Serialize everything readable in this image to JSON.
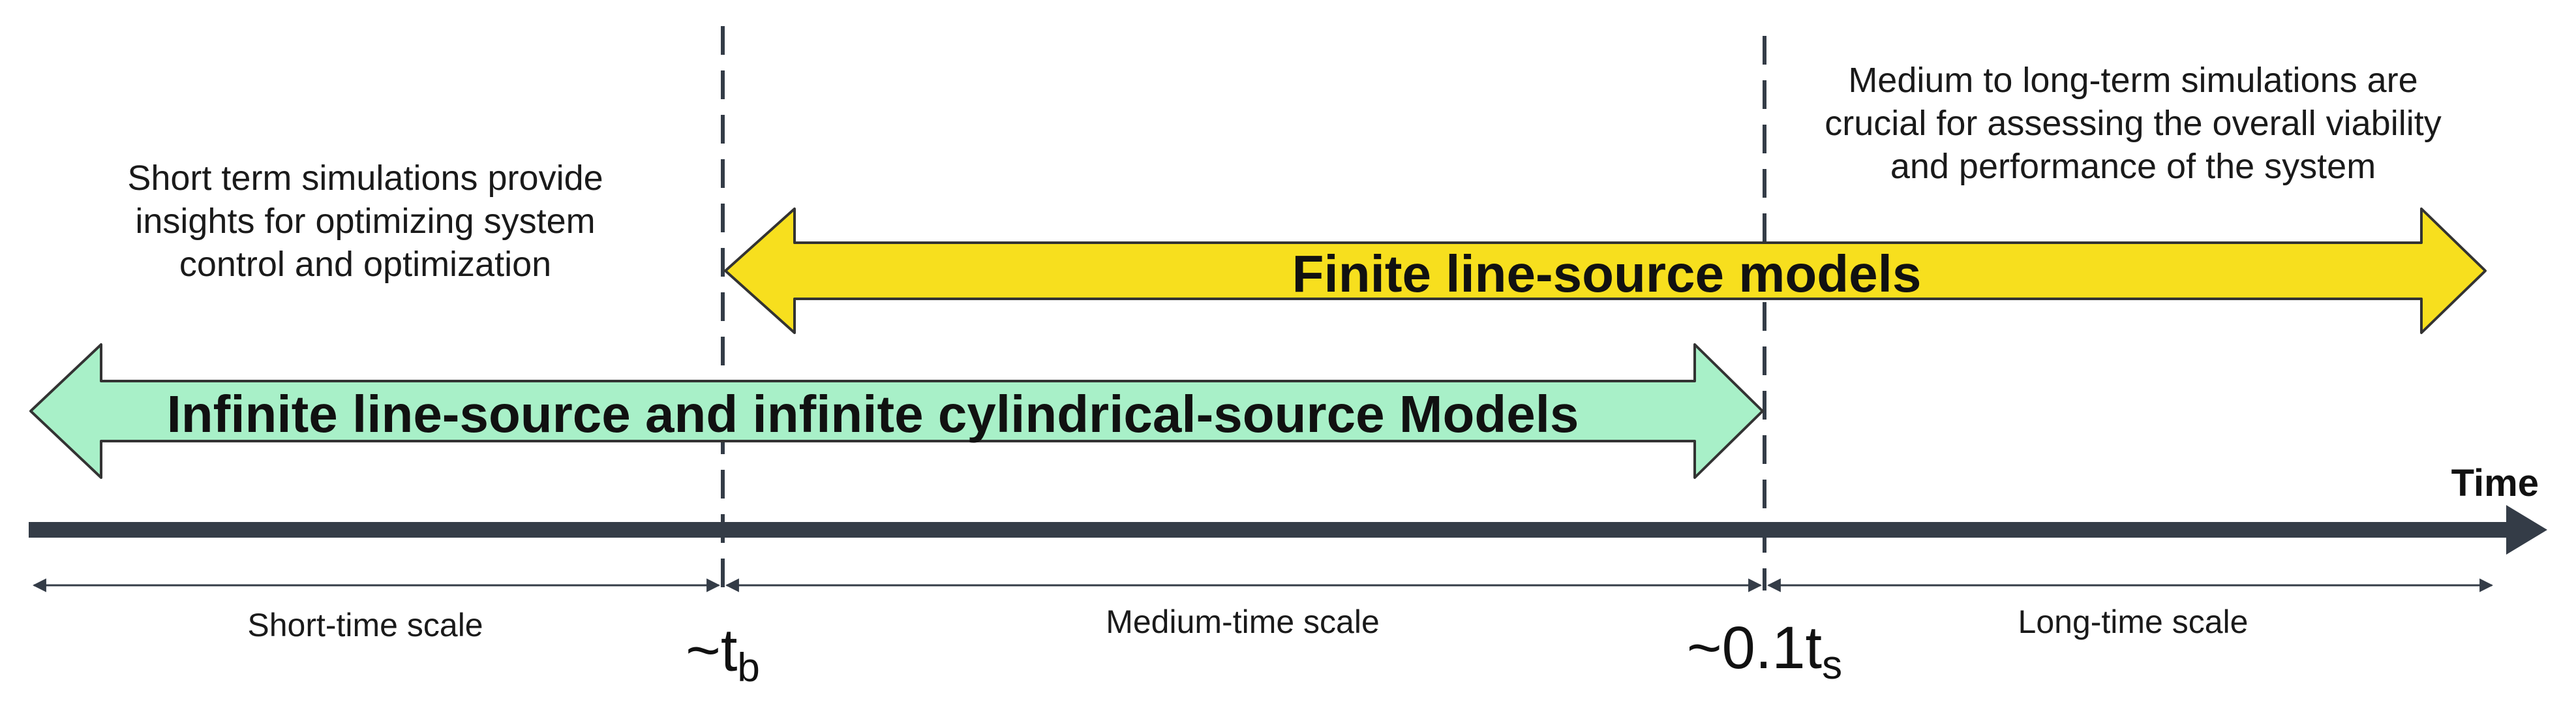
{
  "notes": {
    "short_term": [
      "Short term simulations provide",
      "insights for optimizing system",
      "control and optimization"
    ],
    "long_term": [
      "Medium to long-term simulations are",
      "crucial for assessing the overall viability",
      "and performance of the system"
    ]
  },
  "arrows": {
    "finite": {
      "label": "Finite line-source models",
      "fill": "#f7df1e",
      "stroke": "#333333"
    },
    "infinite": {
      "label": "Infinite line-source and infinite cylindrical-source Models",
      "fill": "#a8f0c8",
      "stroke": "#333333"
    }
  },
  "axis": {
    "label": "Time",
    "color": "#343c47"
  },
  "scales": {
    "short": "Short-time scale",
    "medium": "Medium-time scale",
    "long": "Long-time scale"
  },
  "markers": {
    "tb": {
      "prefix": "~t",
      "sub": "b"
    },
    "ts": {
      "prefix": "~0.1t",
      "sub": "s"
    }
  }
}
